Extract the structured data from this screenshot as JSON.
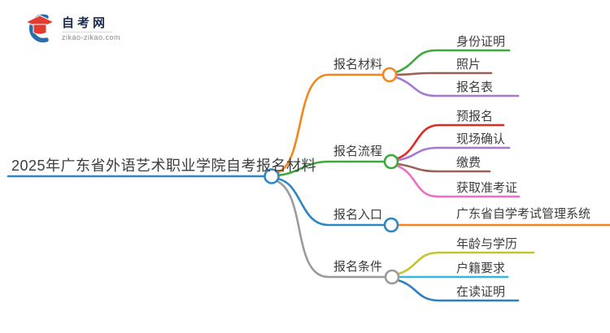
{
  "logo": {
    "site_name": "自考网",
    "site_url": "zikao-zikao.com",
    "icon": "graduation-cap-icon",
    "icon_colors": {
      "crescent": "#2b6cb0",
      "cap": "#e23c31"
    }
  },
  "mindmap": {
    "root": {
      "label": "2025年广东省外语艺术职业学院自考报名材料",
      "color": "#2e86c3"
    },
    "branches": [
      {
        "label": "报名材料",
        "color": "#f5861d",
        "children": [
          {
            "label": "身份证明",
            "color": "#3baa3b"
          },
          {
            "label": "照片",
            "color": "#9b6157"
          },
          {
            "label": "报名表",
            "color": "#a577d6"
          }
        ]
      },
      {
        "label": "报名流程",
        "color": "#3baa3b",
        "children": [
          {
            "label": "预报名",
            "color": "#df2a25"
          },
          {
            "label": "现场确认",
            "color": "#a577d6"
          },
          {
            "label": "缴费",
            "color": "#9b6157"
          },
          {
            "label": "获取准考证",
            "color": "#ee6ec4"
          }
        ]
      },
      {
        "label": "报名入口",
        "color": "#2e86c3",
        "children": [
          {
            "label": "广东省自学考试管理系统",
            "color": "#f5861d"
          }
        ]
      },
      {
        "label": "报名条件",
        "color": "#9b9b9b",
        "children": [
          {
            "label": "年龄与学历",
            "color": "#c8c32b"
          },
          {
            "label": "户籍要求",
            "color": "#33b7dc"
          },
          {
            "label": "在读证明",
            "color": "#2e7fc6"
          }
        ]
      }
    ]
  }
}
